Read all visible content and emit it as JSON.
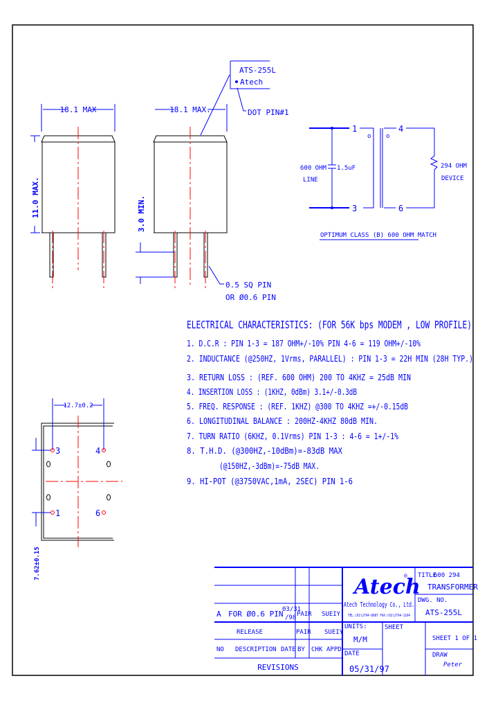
{
  "side_view": {
    "width_dim": "18.1 MAX",
    "height_dim": "11.0 MAX."
  },
  "front_view": {
    "width_dim": "18.1 MAX.",
    "pin_length_dim": "3.0 MIN.",
    "marking_line1": "ATS-255L",
    "marking_line2": "Atech",
    "dot_label": "DOT PIN#1",
    "pin_note_line1": "0.5 SQ PIN",
    "pin_note_line2": "OR Ø0.6 PIN"
  },
  "bottom_view": {
    "pitch_dim": "12.7±0.2",
    "row_dim": "7.62±0.15",
    "pins": [
      "3",
      "4",
      "1",
      "6"
    ]
  },
  "schematic": {
    "pin1": "1",
    "pin3": "3",
    "pin4": "4",
    "pin6": "6",
    "line_label1": "600 OHM",
    "line_label2": "LINE",
    "capacitor": "1.5uF",
    "load_label1": "294 OHM",
    "load_label2": "DEVICE",
    "dot": "o",
    "caption": "OPTIMUM CLASS (B) 600 OHM MATCH"
  },
  "specs": {
    "title": "ELECTRICAL CHARACTERISTICS: (FOR 56K bps  MODEM , LOW PROFILE)",
    "items": [
      "1. D.C.R : PIN 1-3 = 187 OHM+/-10% PIN 4-6 = 119 OHM+/-10%",
      "2. INDUCTANCE (@250HZ, 1Vrms, PARALLEL) : PIN 1-3 = 22H MIN (28H TYP.)",
      "3. RETURN LOSS : (REF. 600 OHM) 200 TO 4KHZ = 25dB MIN",
      "4. INSERTION LOSS : (1KHZ, 0dBm) 3.1+/-0.3dB",
      "5. FREQ. RESPONSE : (REF. 1KHZ) @300 TO 4KHZ =+/-0.15dB",
      "6. LONGITUDINAL BALANCE : 200HZ-4KHZ 80dB MIN.",
      "7. TURN RATIO (6KHZ, 0.1Vrms) PIN 1-3 : 4-6 = 1+/-1%",
      "8. T.H.D. (@300HZ,-10dBm)=-83dB MAX",
      "(@150HZ,-3dBm)=-75dB MAX.",
      "9. HI-POT  (@3750VAC,1mA, 2SEC) PIN 1-6"
    ]
  },
  "title_block": {
    "rev_row": {
      "no": "A",
      "description": "FOR Ø0.6 PIN",
      "date1": "03/31",
      "date2": "/98",
      "by": "PAIR",
      "appd": "SUEIY"
    },
    "release_row": {
      "label": "RELEASE",
      "by": "PAIR",
      "appd": "SUEIY"
    },
    "headers": {
      "no": "NO",
      "description": "DESCRIPTION",
      "date": "DATE",
      "by": "BY",
      "chk": "CHK",
      "appd": "APPD"
    },
    "revisions": "REVISIONS",
    "logo": "Atech",
    "company": "Atech Technology Co., Ltd.",
    "contact": "TEL:(02)2794-8887 FAX:(02)2794-1104",
    "title_label": "TITLE",
    "title_line1": "600  294",
    "title_line2": "TRANSFORMER",
    "dwg_label": "DWG. NO.",
    "dwg_no": "ATS-255L",
    "units_label": "UNITS:",
    "units": "M/M",
    "date_label": "DATE",
    "date": "05/31/97",
    "sheet_label": "SHEET",
    "sheet": "SHEET 1 OF 1",
    "draw_label": "DRAW",
    "drawn_by": "Peter"
  },
  "colors": {
    "ink": "#0000ff",
    "outline": "#000000",
    "centerline": "#ff0000"
  }
}
